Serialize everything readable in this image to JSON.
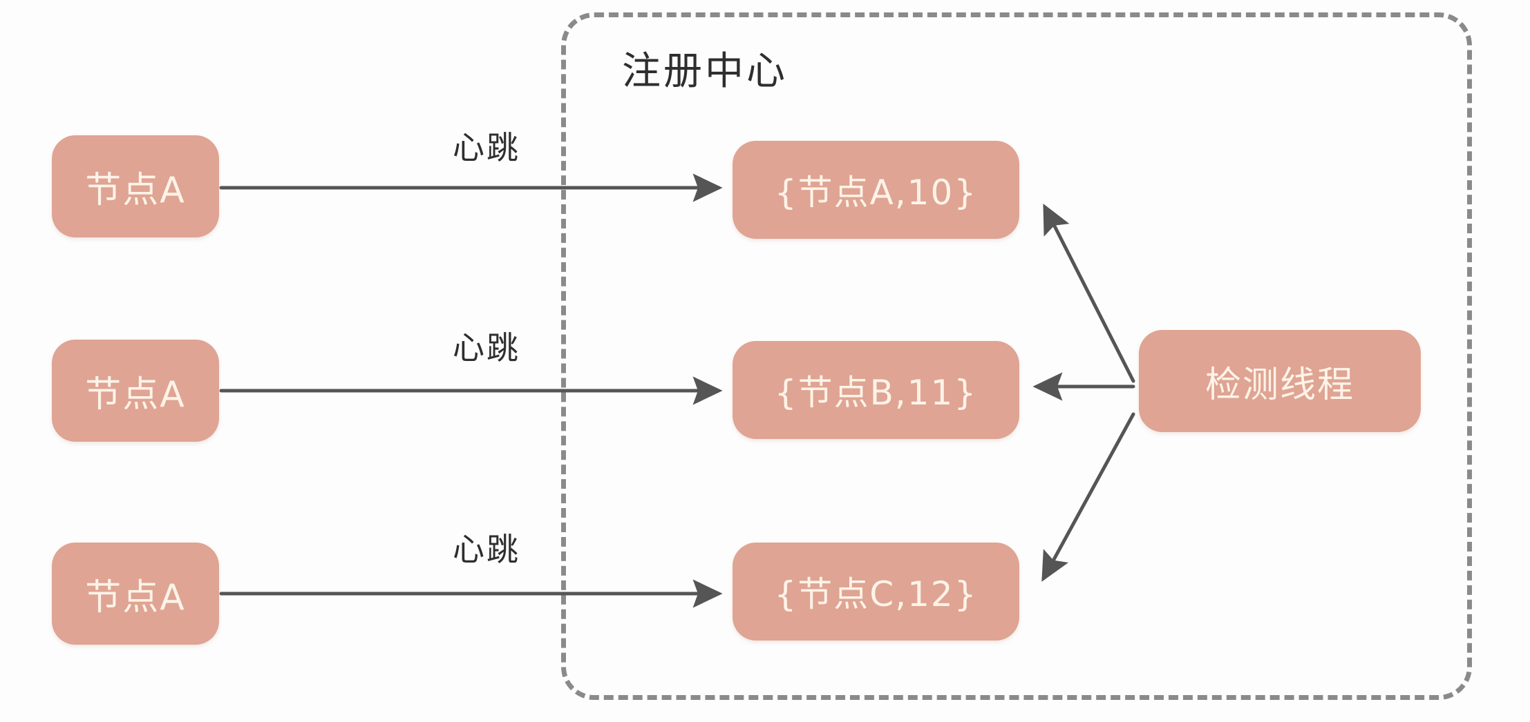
{
  "diagram": {
    "title": "注册中心",
    "registry_label": "注册中心",
    "colors": {
      "node_fill": "#dfa493",
      "node_text": "#fdf3e8",
      "arrow": "#555555",
      "dashed_border": "#8a8a8a",
      "background": "#fdfdfd"
    },
    "clients": [
      {
        "label": "节点A"
      },
      {
        "label": "节点A"
      },
      {
        "label": "节点A"
      }
    ],
    "heartbeat_labels": [
      {
        "label": "心跳"
      },
      {
        "label": "心跳"
      },
      {
        "label": "心跳"
      }
    ],
    "registry_entries": [
      {
        "label": "{节点A,10}",
        "node": "节点A",
        "value": 10
      },
      {
        "label": "{节点B,11}",
        "node": "节点B",
        "value": 11
      },
      {
        "label": "{节点C,12}",
        "node": "节点C",
        "value": 12
      }
    ],
    "detector": {
      "label": "检测线程"
    },
    "edges": [
      {
        "from": "节点A",
        "to": "{节点A,10}",
        "label": "心跳",
        "direction": "right"
      },
      {
        "from": "节点A",
        "to": "{节点B,11}",
        "label": "心跳",
        "direction": "right"
      },
      {
        "from": "节点A",
        "to": "{节点C,12}",
        "label": "心跳",
        "direction": "right"
      },
      {
        "from": "检测线程",
        "to": "{节点A,10}",
        "label": "",
        "direction": "left"
      },
      {
        "from": "检测线程",
        "to": "{节点B,11}",
        "label": "",
        "direction": "left"
      },
      {
        "from": "检测线程",
        "to": "{节点C,12}",
        "label": "",
        "direction": "left"
      }
    ]
  }
}
